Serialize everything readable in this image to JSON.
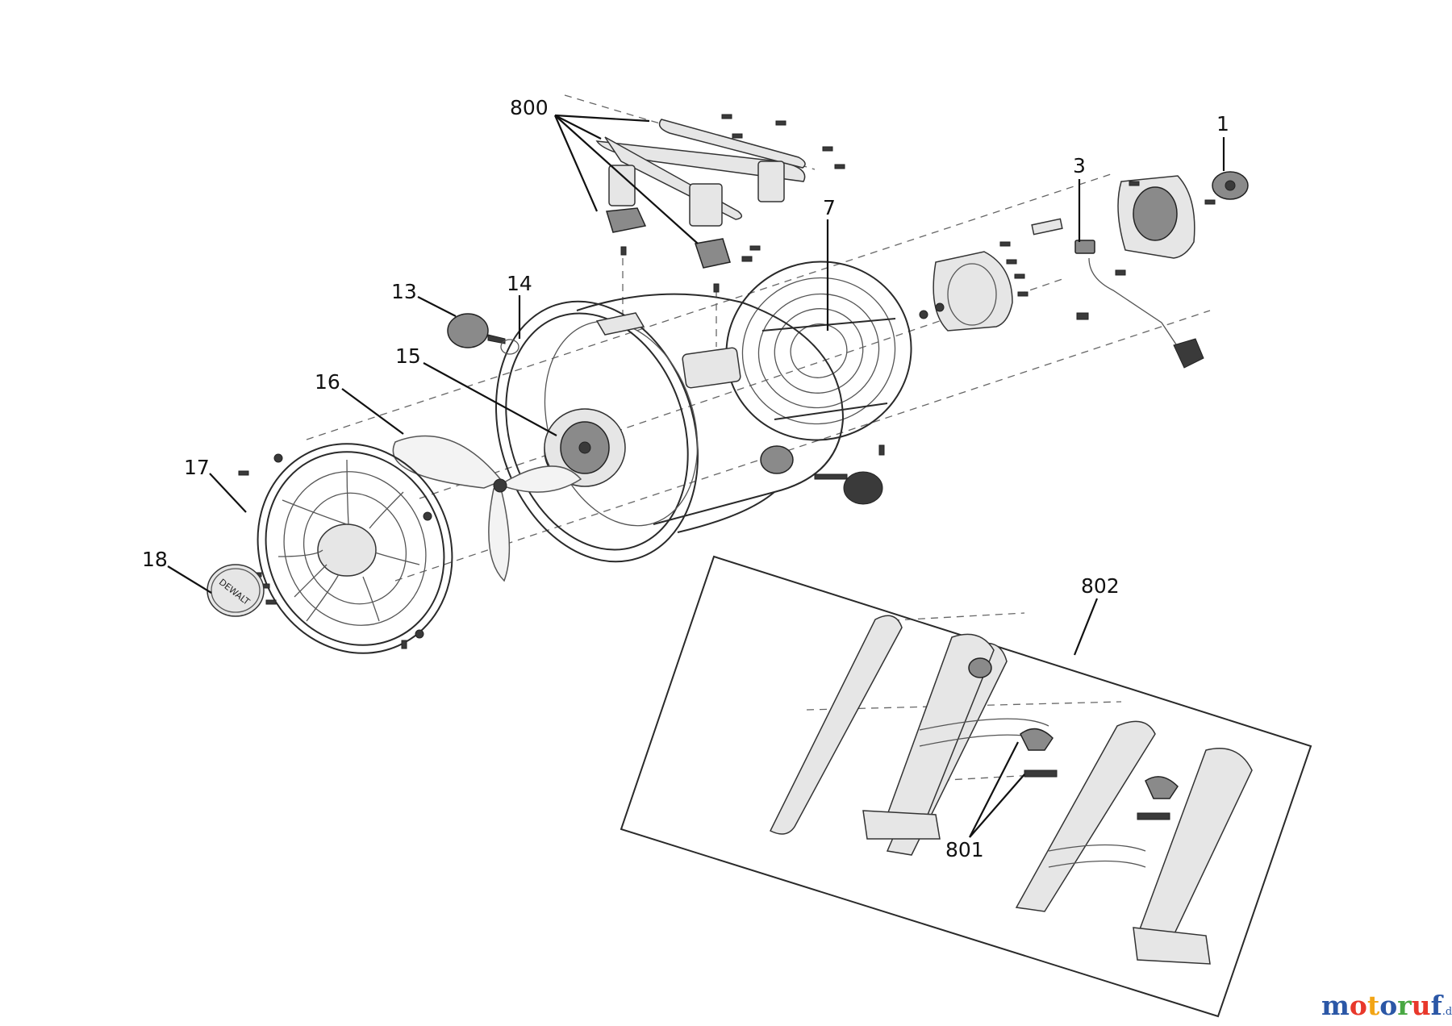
{
  "diagram": {
    "callouts": [
      {
        "id": "800",
        "label": "800"
      },
      {
        "id": "1",
        "label": "1"
      },
      {
        "id": "3",
        "label": "3"
      },
      {
        "id": "7",
        "label": "7"
      },
      {
        "id": "13",
        "label": "13"
      },
      {
        "id": "14",
        "label": "14"
      },
      {
        "id": "15",
        "label": "15"
      },
      {
        "id": "16",
        "label": "16"
      },
      {
        "id": "17",
        "label": "17"
      },
      {
        "id": "18",
        "label": "18"
      },
      {
        "id": "802",
        "label": "802"
      },
      {
        "id": "801",
        "label": "801"
      }
    ],
    "brand_badge_text": "DEWALT"
  },
  "watermark": {
    "letters": [
      "m",
      "o",
      "t",
      "o",
      "r",
      "u",
      "f"
    ],
    "letter_colors": [
      "#2b57a6",
      "#e8382b",
      "#f2a516",
      "#2b57a6",
      "#49a843",
      "#e8382b",
      "#2b57a6"
    ],
    "suffix": ".de"
  }
}
